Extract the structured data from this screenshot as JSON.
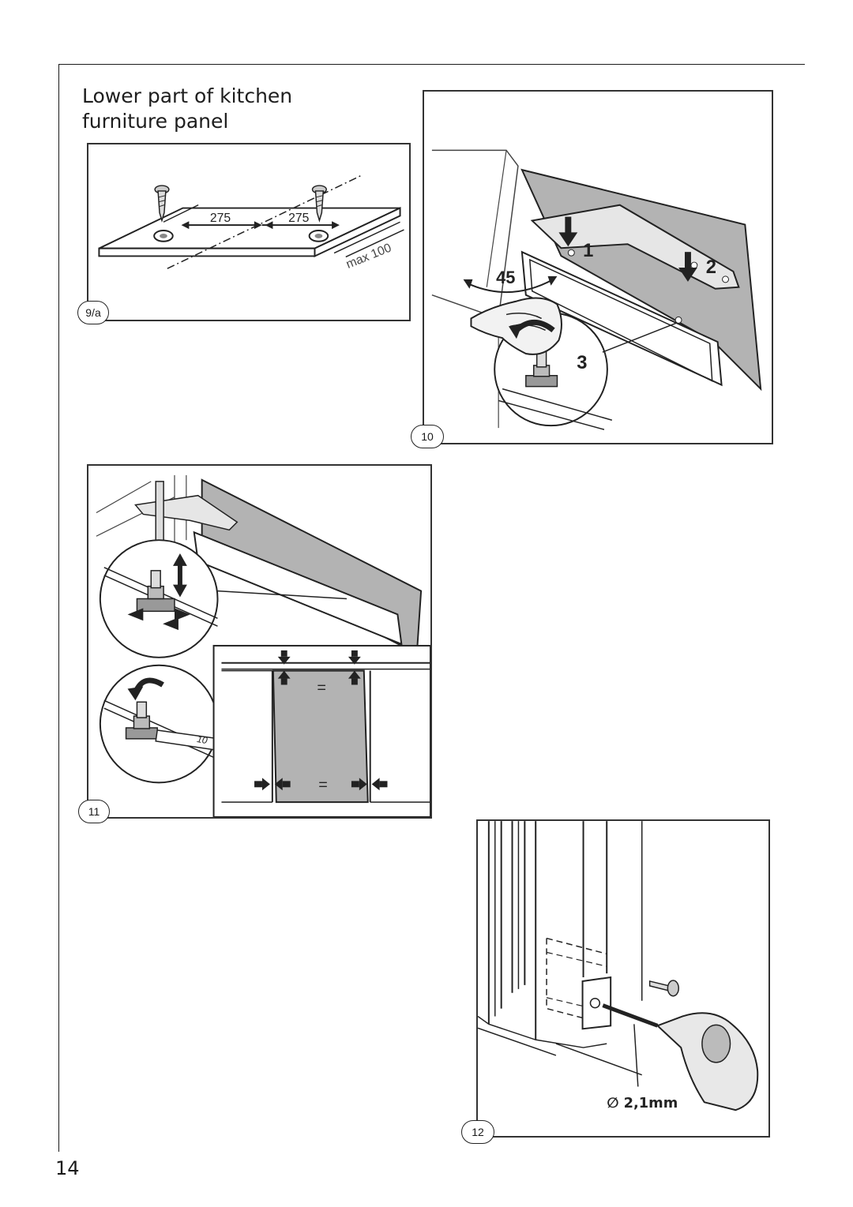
{
  "header": {
    "title": "Lower part of kitchen furniture panel"
  },
  "fig9a": {
    "label": "9/a",
    "dim_left": "275",
    "dim_right": "275",
    "max_note": "max 100"
  },
  "fig10": {
    "label": "10",
    "angle": "45",
    "step1": "1",
    "step2": "2",
    "step3": "3"
  },
  "fig11": {
    "label": "11",
    "equal_top": "=",
    "equal_bottom": "=",
    "wrench_size": "10"
  },
  "fig12": {
    "label": "12",
    "drill_bit": "∅ 2,1mm"
  },
  "footer": {
    "page_number": "14"
  },
  "colors": {
    "panel_gray": "#b8b8b8",
    "line": "#1a1a1a",
    "background": "#ffffff"
  }
}
